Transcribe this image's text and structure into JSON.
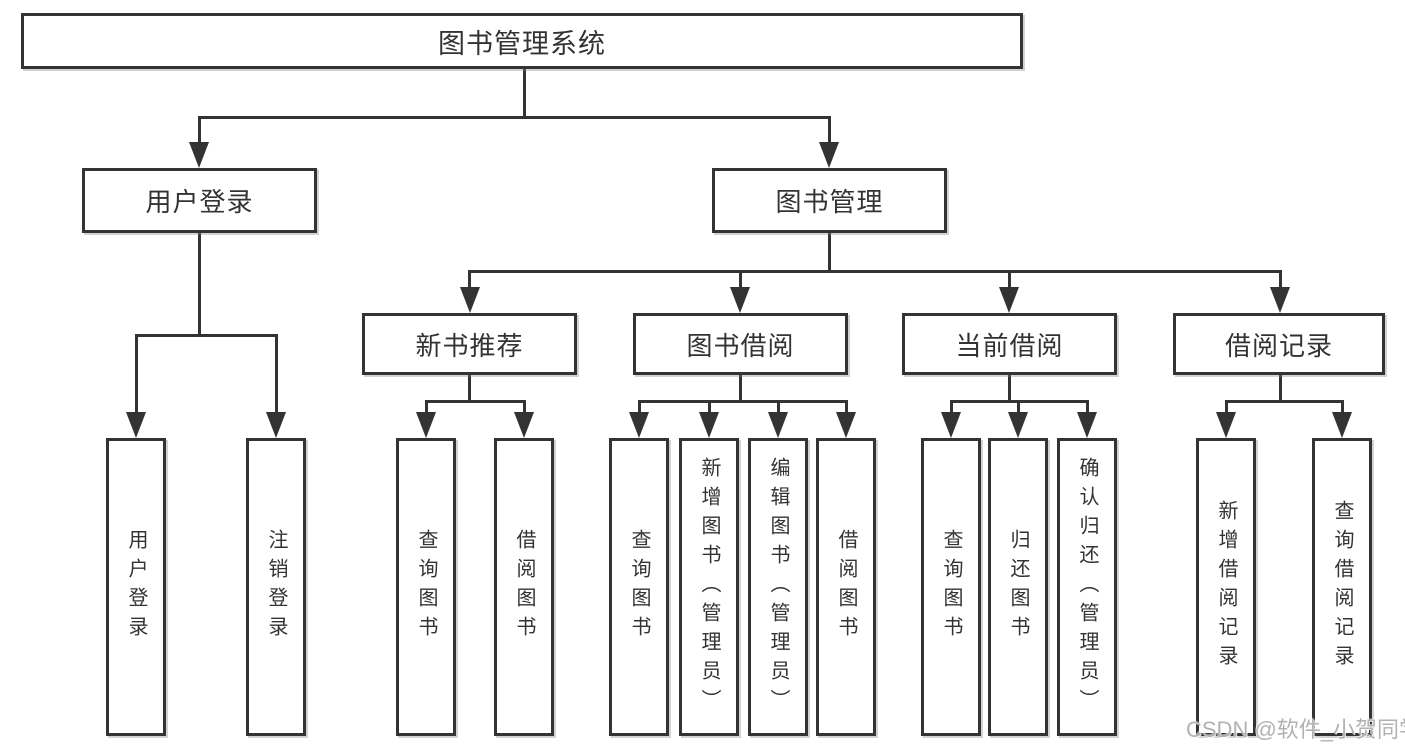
{
  "diagram": {
    "title": "图书管理系统",
    "root": {
      "label": "图书管理系统"
    },
    "level2": {
      "user_login": {
        "label": "用户登录"
      },
      "book_mgmt": {
        "label": "图书管理"
      }
    },
    "level3": {
      "new_book": {
        "label": "新书推荐"
      },
      "borrow": {
        "label": "图书借阅"
      },
      "current": {
        "label": "当前借阅"
      },
      "records": {
        "label": "借阅记录"
      }
    },
    "leaves": {
      "login_user": {
        "label": "用户登录"
      },
      "login_logout": {
        "label": "注销登录"
      },
      "rec_query": {
        "label": "查询图书"
      },
      "rec_borrow": {
        "label": "借阅图书"
      },
      "bor_query": {
        "label": "查询图书"
      },
      "bor_add": {
        "label": "新增图书（管理员）"
      },
      "bor_edit": {
        "label": "编辑图书（管理员）"
      },
      "bor_borrow": {
        "label": "借阅图书"
      },
      "cur_query": {
        "label": "查询图书"
      },
      "cur_return": {
        "label": "归还图书"
      },
      "cur_confirm": {
        "label": "确认归还（管理员）"
      },
      "recd_add": {
        "label": "新增借阅记录"
      },
      "recd_query": {
        "label": "查询借阅记录"
      }
    }
  },
  "watermark": {
    "text": "CSDN @软件_小贺同学"
  },
  "colors": {
    "line": "#333333",
    "text": "#333333",
    "box_background": "#ffffff",
    "watermark": "#b2b2b2",
    "page_background": "#ffffff"
  }
}
